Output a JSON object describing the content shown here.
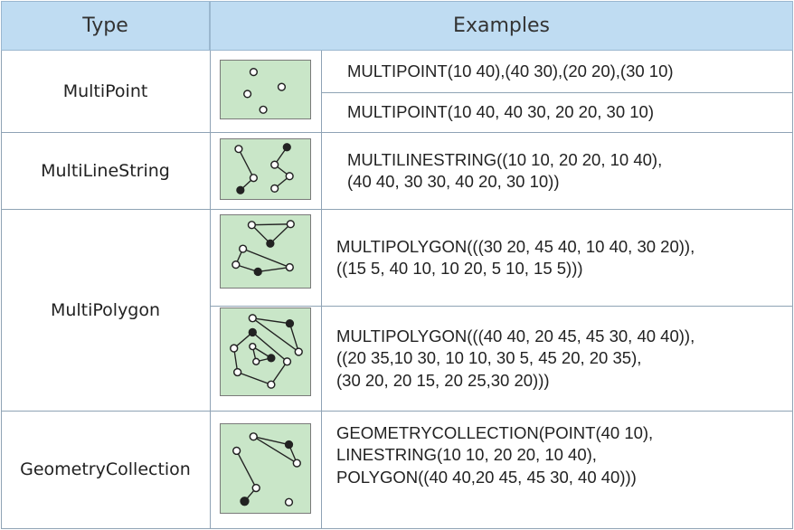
{
  "header": {
    "type": "Type",
    "examples": "Examples"
  },
  "rows": [
    {
      "type": "MultiPoint",
      "examples": [
        "MULTIPOINT(10 40),(40 30),(20 20),(30 10)",
        "MULTIPOINT(10 40, 40 30, 20 20, 30 10)"
      ]
    },
    {
      "type": "MultiLineString",
      "examples": [
        "MULTILINESTRING((10 10, 20 20, 10 40),\n(40 40, 30 30, 40 20, 30 10))"
      ]
    },
    {
      "type": "MultiPolygon",
      "examples": [
        "MULTIPOLYGON(((30 20, 45 40, 10 40, 30 20)),\n((15 5, 40 10, 10 20, 5 10, 15 5)))",
        "MULTIPOLYGON(((40 40, 20 45, 45 30, 40 40)),\n((20 35,10 30, 10 10, 30 5, 45 20, 20 35),\n(30 20, 20 15, 20 25,30 20)))"
      ]
    },
    {
      "type": "GeometryCollection",
      "examples": [
        "GEOMETRYCOLLECTION(POINT(40 10),\nLINESTRING(10 10, 20 20, 10 40),\nPOLYGON((40 40,20 45, 45 30, 40 40)))"
      ]
    }
  ],
  "colors": {
    "header_bg": "#bfdcf2",
    "thumb_bg": "#c9e6c8",
    "grid": "#8fa3b5"
  }
}
